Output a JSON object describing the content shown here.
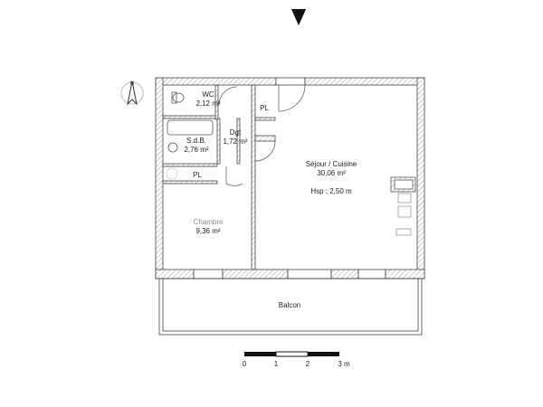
{
  "plan": {
    "orientation_marker": "down-arrow",
    "compass": {
      "label": "N",
      "icon": "north-compass-icon"
    },
    "rooms": [
      {
        "id": "wc",
        "name": "WC",
        "area": "2,12 m²"
      },
      {
        "id": "sdb",
        "name": "S.d.B.",
        "area": "2,76 m²"
      },
      {
        "id": "dgt",
        "name": "Dgt",
        "area": "1,72 m²"
      },
      {
        "id": "pl1",
        "name": "PL"
      },
      {
        "id": "pl2",
        "name": "PL"
      },
      {
        "id": "chambre",
        "name": "Chambre",
        "area": "9,36 m²"
      },
      {
        "id": "sejour",
        "name": "Séjour / Cuisine",
        "area": "30,06 m²",
        "height": "Hsp : 2,50 m"
      },
      {
        "id": "balcon",
        "name": "Balcon"
      }
    ],
    "scale_bar": {
      "ticks": [
        "0",
        "1",
        "2",
        "3 m"
      ]
    },
    "colors": {
      "wall_line": "#444444",
      "hatch": "#888888",
      "text": "#222222"
    }
  }
}
